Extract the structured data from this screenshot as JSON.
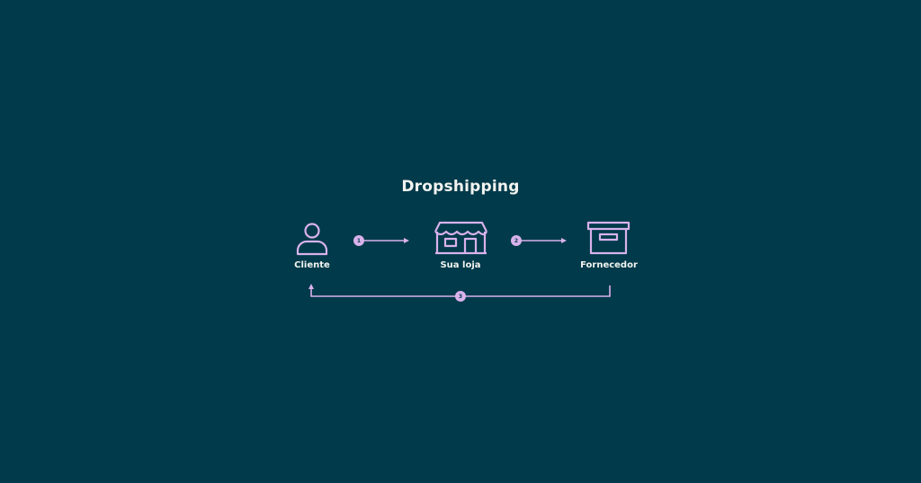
{
  "title": "Dropshipping",
  "nodes": {
    "cliente": "Cliente",
    "loja": "Sua loja",
    "fornecedor": "Fornecedor"
  },
  "steps": [
    "1",
    "2",
    "3"
  ],
  "colors": {
    "background": "#013a4a",
    "accent": "#d9b2ec",
    "text": "#f2f3f0"
  },
  "icons": {
    "cliente": "person-icon",
    "loja": "storefront-icon",
    "fornecedor": "box-icon"
  }
}
